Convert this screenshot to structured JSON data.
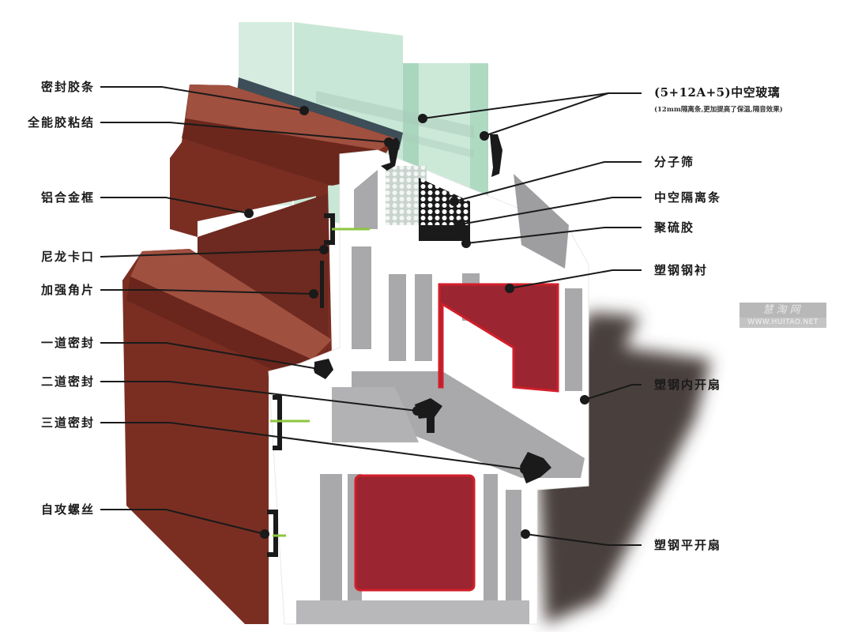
{
  "diagram": {
    "subject": "Plastic-steel (uPVC) window profile cross-section",
    "colors": {
      "frame_brown": "#7a2e22",
      "frame_brown_dark": "#5e231a",
      "frame_brown_light": "#a0503f",
      "pvc_white": "#ffffff",
      "pvc_gray": "#a9a9ab",
      "steel_red": "#9b2530",
      "steel_red_edge": "#d11f2a",
      "glass_green": "#b6dfc9",
      "seal_black": "#1a1a1a",
      "shadow": "#4a403d",
      "screw_green": "#8cc63f",
      "top_seal_slate": "#3d4e58"
    }
  },
  "labels_left": [
    {
      "id": "sealing-strip",
      "text": "密封胶条"
    },
    {
      "id": "universal-adhesive",
      "text": "全能胶粘结"
    },
    {
      "id": "aluminum-clad-frame",
      "text": "铝合金框"
    },
    {
      "id": "nylon-clip",
      "text": "尼龙卡口"
    },
    {
      "id": "reinforcing-corner",
      "text": "加强角片"
    },
    {
      "id": "first-seal",
      "text": "一道密封"
    },
    {
      "id": "second-seal",
      "text": "二道密封"
    },
    {
      "id": "third-seal",
      "text": "三道密封"
    },
    {
      "id": "self-tapping-screw",
      "text": "自攻螺丝"
    }
  ],
  "labels_right": [
    {
      "id": "insulated-glass",
      "text": "(5+12A+5)中空玻璃",
      "subtext": "(12mm隔离条,更加提高了保温,隔音效果)"
    },
    {
      "id": "molecular-sieve",
      "text": "分子筛"
    },
    {
      "id": "hollow-spacer",
      "text": "中空隔离条"
    },
    {
      "id": "polysulfide-sealant",
      "text": "聚硫胶"
    },
    {
      "id": "steel-lining",
      "text": "塑钢钢衬"
    },
    {
      "id": "inward-opening-sash",
      "text": "塑钢内开扇"
    },
    {
      "id": "casement-sash",
      "text": "塑钢平开扇"
    }
  ],
  "watermark": {
    "title": "慧淘网",
    "url": "WWW.HUITAO.NET"
  }
}
